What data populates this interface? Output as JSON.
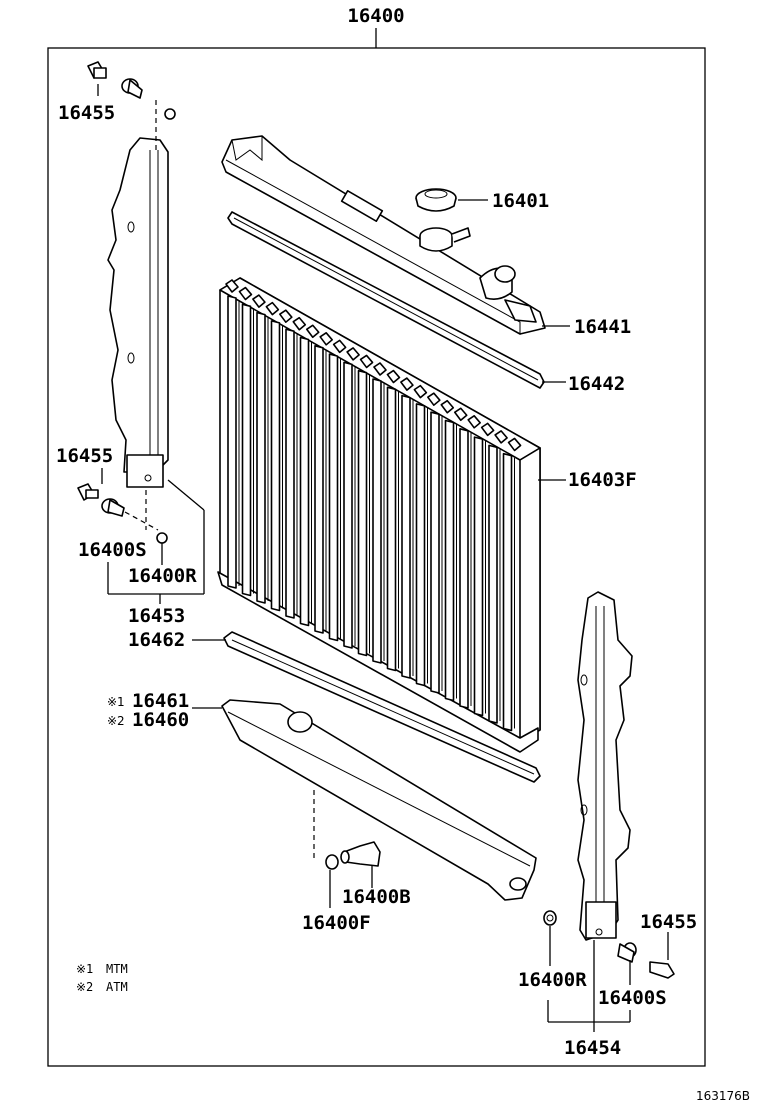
{
  "diagram_id": "163176B",
  "labels": {
    "assembly": "16400",
    "bolt_top": "16455",
    "cap": "16401",
    "upper_tank": "16441",
    "upper_gasket": "16442",
    "core": "16403F",
    "bolt_left": "16455",
    "spacer_left": "16400S",
    "cushion_left": "16400R",
    "support_left": "16453",
    "lower_gasket": "16462",
    "lower_tank_1": "16461",
    "lower_tank_2": "16460",
    "drain_cock": "16400B",
    "drain_gasket": "16400F",
    "bolt_right": "16455",
    "cushion_right": "16400R",
    "spacer_right": "16400S",
    "support_right": "16454"
  },
  "marks": {
    "mark1": "※1",
    "mark2": "※2"
  },
  "legend": [
    {
      "mark": "※1",
      "text": "MTM"
    },
    {
      "mark": "※2",
      "text": "ATM"
    }
  ]
}
